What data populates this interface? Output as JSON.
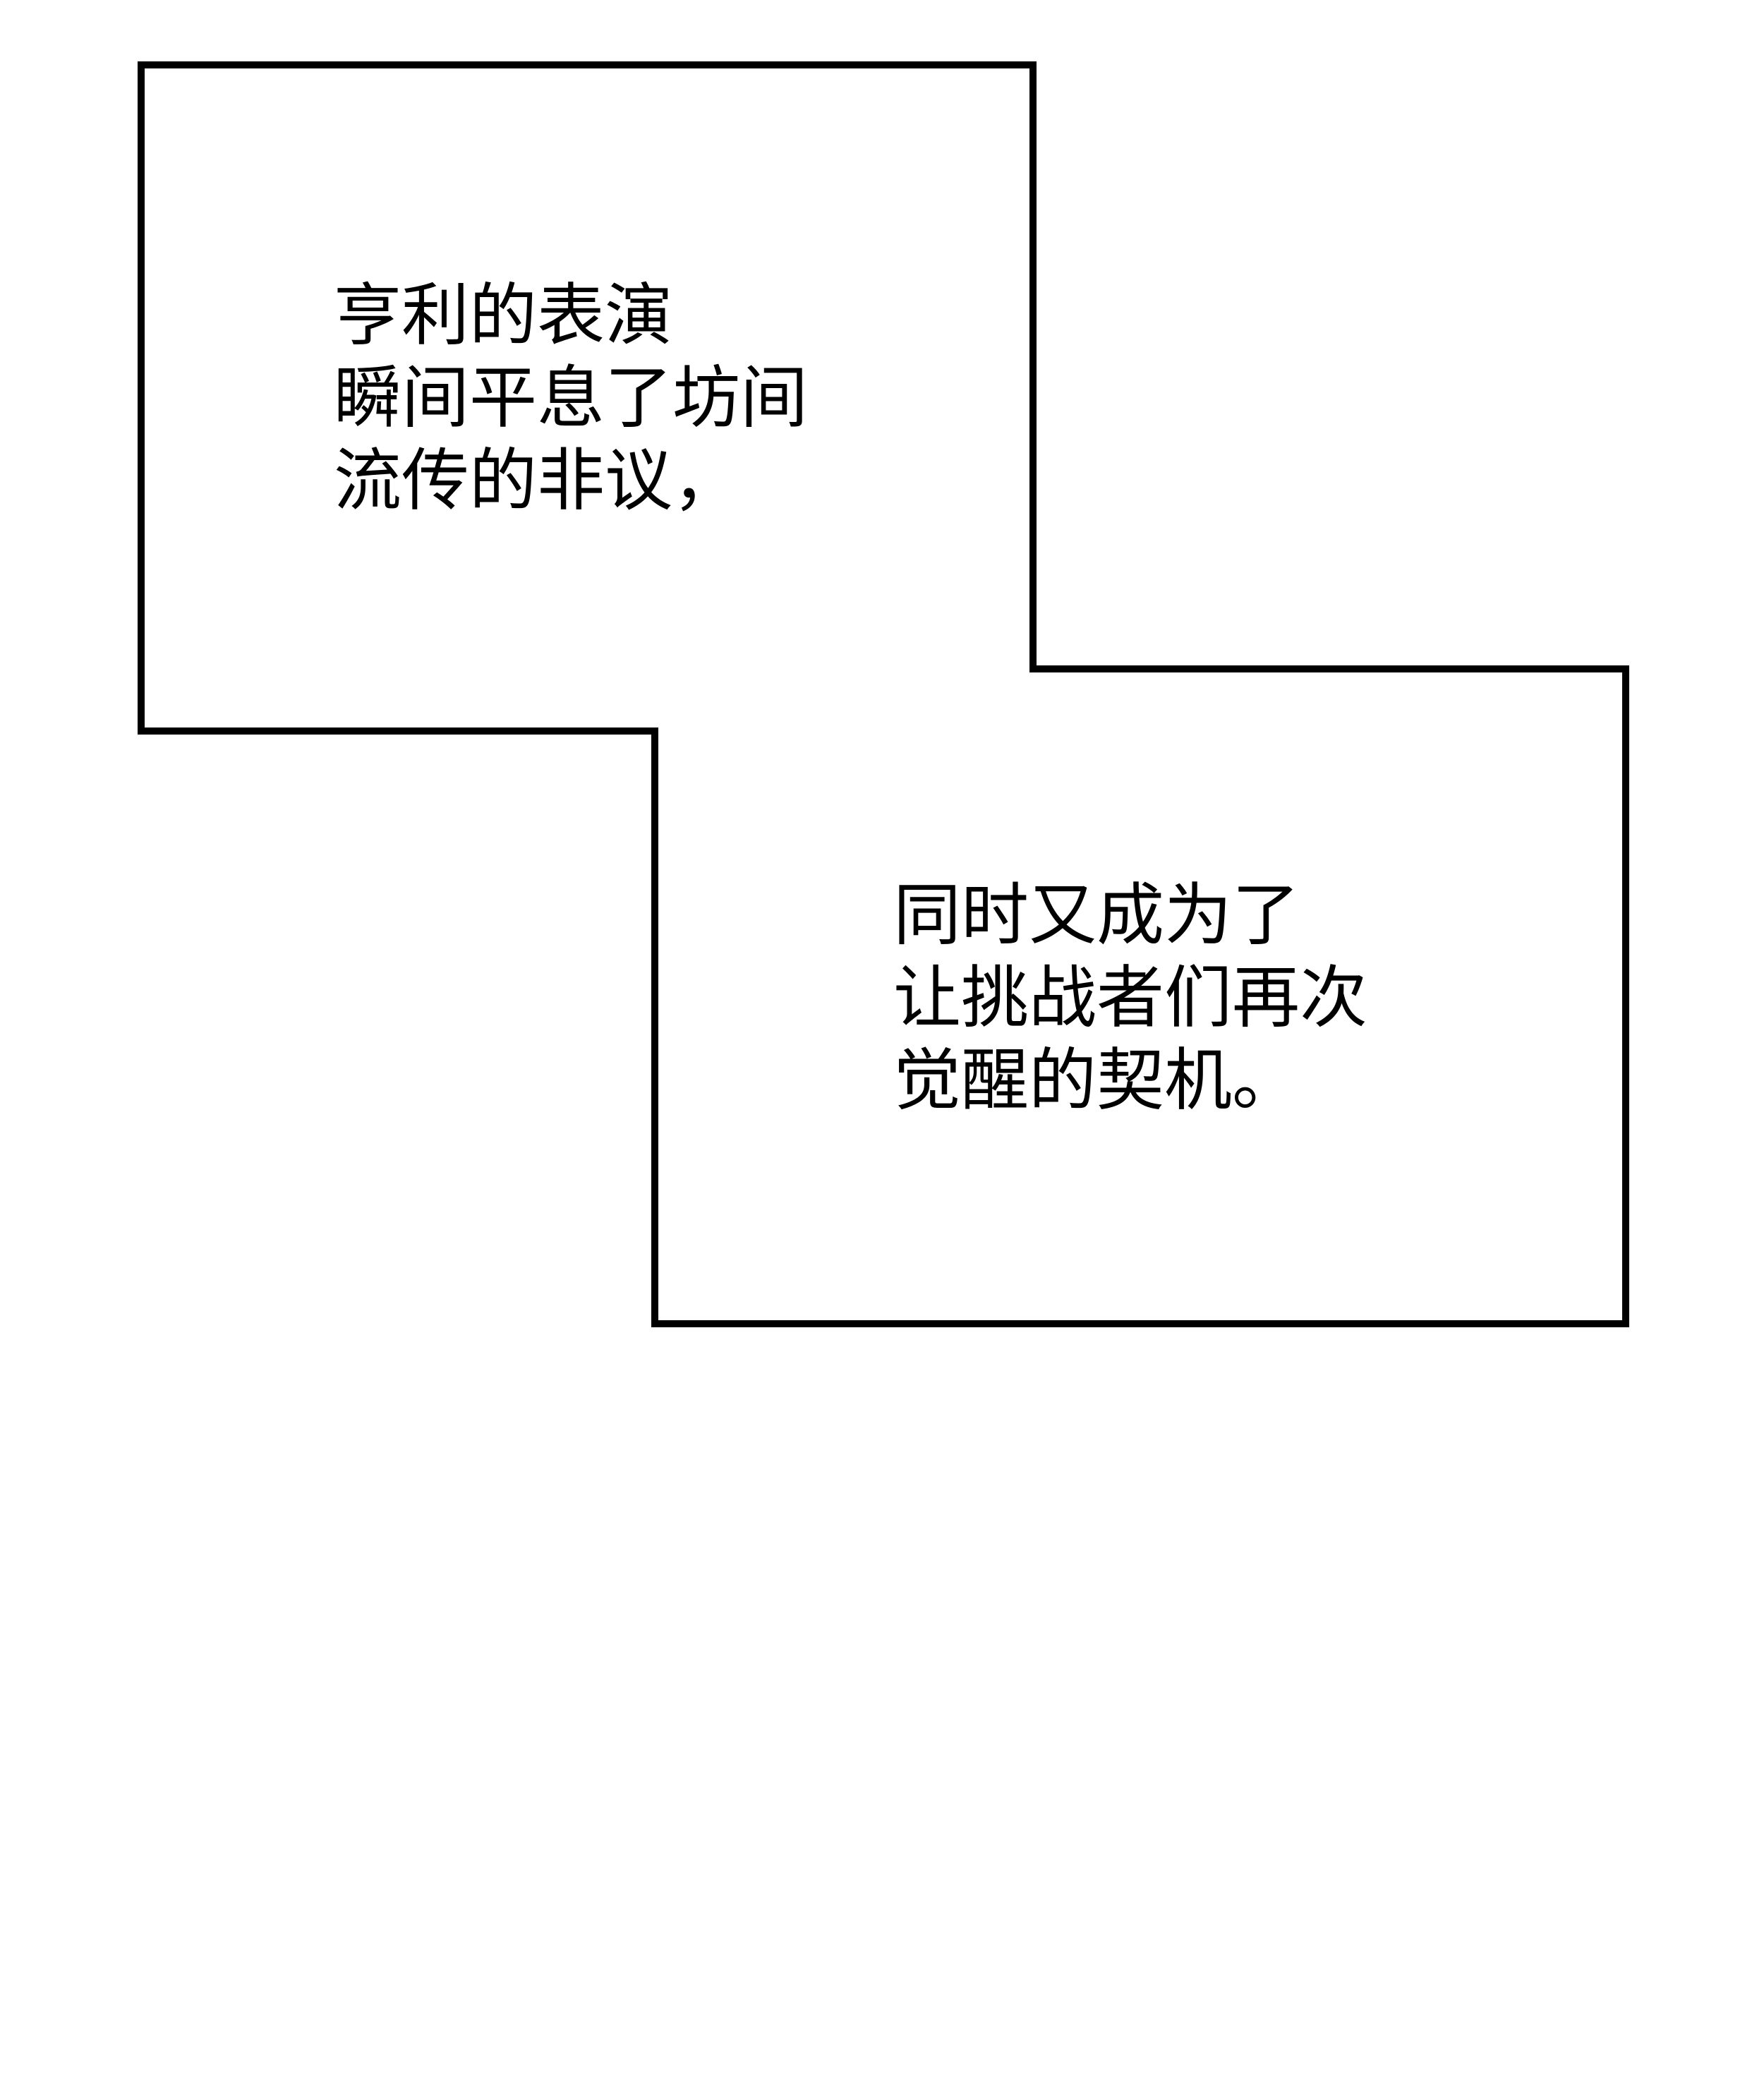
{
  "panel": {
    "narration_boxes": [
      {
        "lines": [
          "亨利的表演",
          "瞬间平息了坊间",
          "流传的非议，"
        ]
      },
      {
        "lines": [
          "同时又成为了",
          "让挑战者们再次",
          "觉醒的契机。"
        ]
      }
    ]
  },
  "colors": {
    "background": "#ffffff",
    "border": "#000000",
    "text": "#000000"
  }
}
